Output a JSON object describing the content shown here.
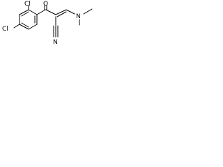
{
  "structure": {
    "atoms": {
      "cl_top": "Cl",
      "cl_left": "Cl",
      "o": "O",
      "n_amine": "N",
      "n_nitrile": "N"
    }
  }
}
